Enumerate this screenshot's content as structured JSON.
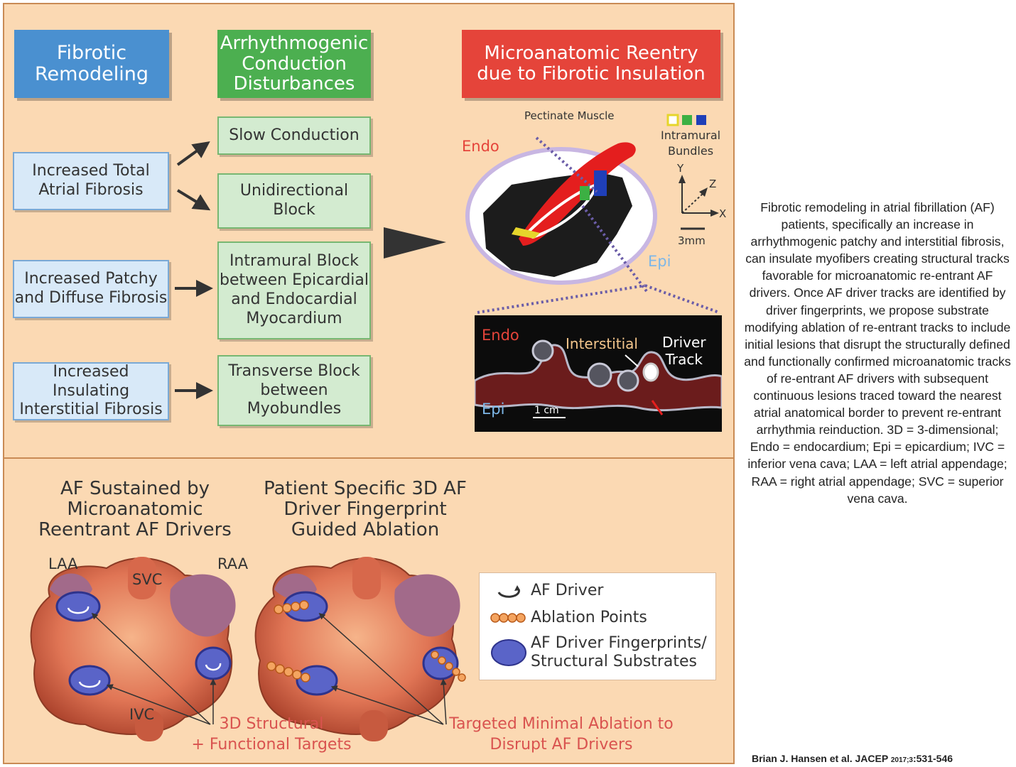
{
  "headers": {
    "fibrotic": "Fibrotic\nRemodeling",
    "arrhythmogenic": "Arrhythmogenic\nConduction\nDisturbances",
    "microanatomic": "Microanatomic Reentry\ndue to Fibrotic Insulation"
  },
  "causes": [
    "Increased Total\nAtrial Fibrosis",
    "Increased Patchy\nand Diffuse Fibrosis",
    "Increased Insulating\nInterstitial Fibrosis"
  ],
  "effects": [
    "Slow Conduction",
    "Unidirectional\nBlock",
    "Intramural Block\nbetween Epicardial\nand Endocardial\nMyocardium",
    "Transverse Block\nbetween\nMyobundles"
  ],
  "model3d": {
    "pectinate": "Pectinate Muscle",
    "endo": "Endo",
    "epi": "Epi",
    "intramural": "Intramural\nBundles",
    "axis_y": "Y",
    "axis_z": "Z",
    "axis_x": "X",
    "scale": "3mm"
  },
  "histology": {
    "endo": "Endo",
    "epi": "Epi",
    "interstitial": "Interstitial",
    "driver_track": "Driver\nTrack",
    "scale": "1 cm"
  },
  "bottom": {
    "left_title": "AF Sustained by\nMicroanatomic\nReentrant AF Drivers",
    "right_title": "Patient Specific 3D AF\nDriver Fingerprint\nGuided Ablation",
    "laa": "LAA",
    "svc": "SVC",
    "raa": "RAA",
    "ivc": "IVC",
    "target_left": "3D Structural\n+ Functional Targets",
    "target_right": "Targeted Minimal Ablation to\nDisrupt AF Drivers"
  },
  "legend": {
    "driver": "AF Driver",
    "ablation": "Ablation Points",
    "fingerprints": "AF Driver Fingerprints/\nStructural Substrates"
  },
  "caption": "Fibrotic remodeling in atrial fibrillation (AF) patients, specifically an increase in arrhythmogenic patchy and interstitial fibrosis, can insulate myofibers creating structural tracks favorable for microanatomic re-entrant AF drivers. Once AF driver tracks are identified by driver fingerprints, we propose substrate modifying ablation of re-entrant tracks to include initial lesions that disrupt the structurally defined and functionally confirmed microanatomic tracks of re-entrant AF drivers with subsequent continuous lesions traced toward the nearest atrial anatomical border to prevent re-entrant arrhythmia reinduction. 3D = 3-dimensional; Endo = endocardium; Epi = epicardium; IVC = inferior vena cava; LAA = left atrial appendage; RAA = right atrial appendage; SVC = superior vena cava.",
  "citation": {
    "authors": "Brian J. Hansen et al. JACEP",
    "ref_small": "2017;3",
    "pages": ":531-546"
  },
  "colors": {
    "header_blue": "#4a90d0",
    "header_green": "#4caf50",
    "header_red": "#e5443a",
    "panel": "#fbd9b3",
    "target_text": "#d9534f"
  }
}
